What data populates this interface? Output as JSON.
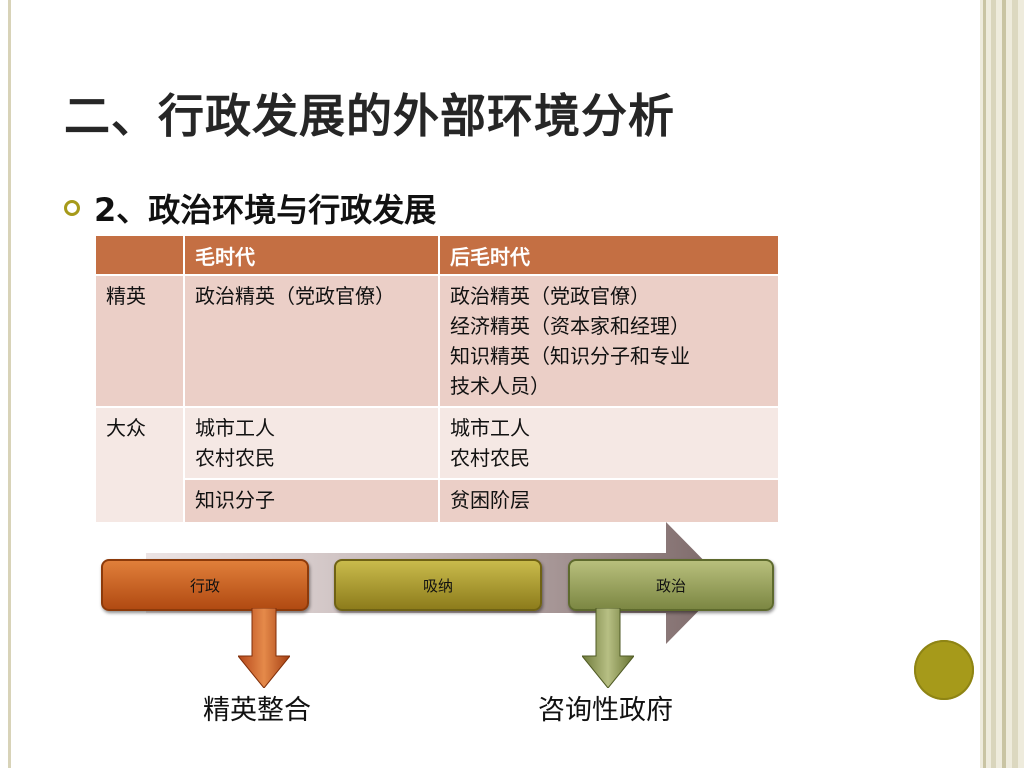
{
  "slide": {
    "title": "二、行政发展的外部环境分析",
    "bullet": "2、政治环境与行政发展"
  },
  "table": {
    "headers": [
      "",
      "毛时代",
      "后毛时代"
    ],
    "rows": [
      {
        "label": "精英",
        "mao": [
          "政治精英（党政官僚）"
        ],
        "post_mao": [
          "政治精英（党政官僚）",
          "经济精英（资本家和经理）",
          "知识精英（知识分子和专业",
          "技术人员）"
        ]
      },
      {
        "label": "大众",
        "mao": [
          "城市工人",
          "农村农民"
        ],
        "post_mao": [
          "城市工人",
          "农村农民"
        ]
      },
      {
        "label": "",
        "mao": [
          "知识分子"
        ],
        "post_mao": [
          "贫困阶层"
        ]
      }
    ]
  },
  "process": {
    "boxes": [
      "行政",
      "吸纳",
      "政治"
    ],
    "labels": [
      "精英整合",
      "咨询性政府"
    ]
  },
  "colors": {
    "header": "#c46f43",
    "row_dark": "#ebcfc7",
    "row_light": "#f5e8e4",
    "accent": "#a69a1a",
    "box_orange": "#c9601f",
    "box_gold": "#a8992e",
    "box_olive": "#959f5c"
  },
  "icons": [
    "circle-bullet-icon",
    "right-arrow-icon",
    "down-arrow-icon"
  ]
}
